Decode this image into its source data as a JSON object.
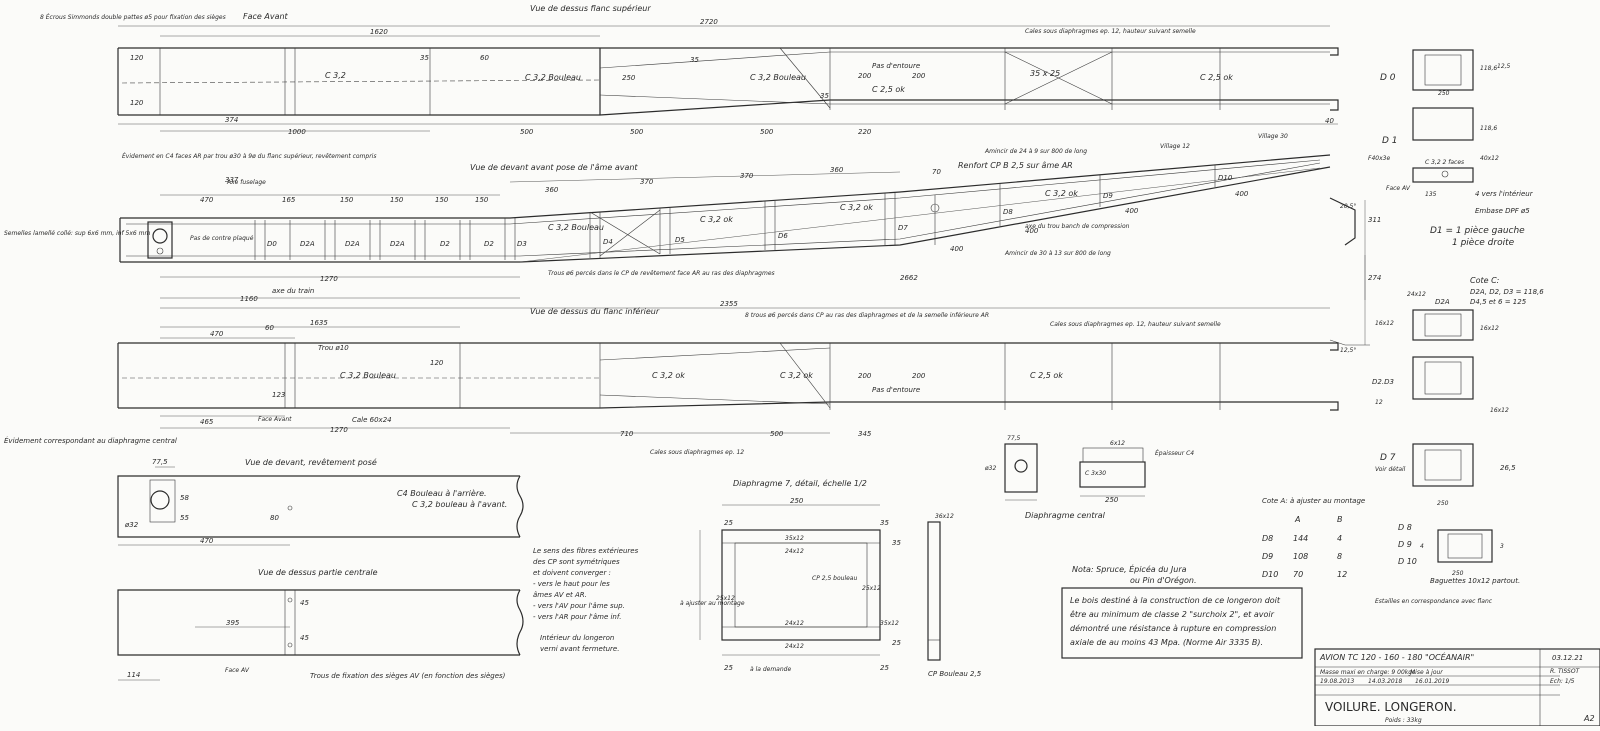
{
  "views": {
    "top_upper_flange": {
      "title": "Vue de dessus flanc supérieur",
      "face_label": "Face Avant",
      "vertical_dims": [
        "120",
        "120",
        "35",
        "35",
        "35"
      ],
      "note_top_left": "8 Écrous Simmonds double pattes ø5 pour fixation des sièges",
      "note_cales": "Cales sous diaphragmes ep. 12, hauteur suivant semelle",
      "pas_label": "Pas d'entoure",
      "dims": [
        "2720",
        "1620",
        "374",
        "1000",
        "500",
        "500",
        "500",
        "220",
        "40",
        "60",
        "250",
        "200",
        "200"
      ],
      "section_label": "35 x 25",
      "mat_labels": [
        "C 3,2",
        "C 3,2 Bouleau",
        "C 3,2 Bouleau",
        "C 2,5 ok",
        "C 2,5 ok"
      ]
    },
    "front_view": {
      "title": "Vue de devant avant pose de l'âme avant",
      "note_evidement": "Évidement en C4 faces AR par trou ø30 à 9ø du flanc supérieur, revêtement compris",
      "note_axe_fuselage": "Axe fuselage",
      "note_semelles": "Semelles lamellé collé: sup 6x6 mm, inf 5x6 mm",
      "note_trous": "Trous ø6 percés dans le CP de revêtement face AR au ras des diaphragmes",
      "note_amincir_1": "Amincir de 24 à 9 sur 800 de long",
      "note_amincir_2": "Amincir de 30 à 13 sur 800 de long",
      "note_renfort": "Renfort CP B 2,5 sur âme AR",
      "note_trou_compression": "axe du trou banch de compression",
      "note_village_1": "Village 12",
      "note_village_2": "Village 30",
      "note_plaque": "Pas de contre plaqué",
      "axe_train": "axe du train",
      "dims": [
        "337",
        "470",
        "165",
        "150",
        "150",
        "150",
        "150",
        "360",
        "370",
        "370",
        "360",
        "70",
        "1270",
        "1160",
        "400",
        "400",
        "400",
        "400",
        "2662",
        "2355",
        "311",
        "274"
      ],
      "diaphragms": [
        "D0",
        "D2A",
        "D2A",
        "D2A",
        "D2",
        "D2",
        "D3",
        "D4",
        "D5",
        "D6",
        "D7",
        "D8",
        "D9",
        "D10"
      ],
      "materials": [
        "C 3,2 ok",
        "C 3,2 ok",
        "C 3,2 ok",
        "C 3,2 Bouleau"
      ],
      "angles": [
        "20,5°",
        "12,5°"
      ]
    },
    "bottom_lower_flange": {
      "title": "Vue de dessus du flanc inférieur",
      "note_trous": "8 trous ø6 percés dans CP au ras des diaphragmes et de la semelle inférieure AR",
      "note_cales": "Cales sous diaphragmes ep. 12, hauteur suivant semelle",
      "note_cale": "Cale 60x24",
      "note_trou": "Trou ø10",
      "face_label": "Face Avant",
      "pas_label": "Pas d'entoure",
      "dims": [
        "1635",
        "470",
        "60",
        "465",
        "1270",
        "710",
        "500",
        "345",
        "200",
        "200",
        "123",
        "120"
      ],
      "mat_labels": [
        "C 3,2 Bouleau",
        "C 3,2 ok",
        "C 3,2 ok",
        "C 2,5 ok"
      ],
      "note_cales_bottom": "Cales sous diaphragmes ep. 12"
    },
    "front_revet": {
      "title": "Vue de devant, revêtement posé",
      "note_evidement": "Évidement correspondant au diaphragme central",
      "note_c4": "C4 Bouleau à l'arrière.",
      "note_c32": "C 3,2 bouleau à l'avant.",
      "dims": [
        "77,5",
        "470",
        "80",
        "58",
        "55",
        "ø32"
      ]
    },
    "top_center": {
      "title": "Vue de dessus partie centrale",
      "note_trous": "Trous de fixation des sièges AV (en fonction des sièges)",
      "face_label": "Face AV",
      "dims": [
        "395",
        "114",
        "45",
        "45"
      ]
    },
    "diaphragm7": {
      "title": "Diaphragme 7, détail, échelle 1/2",
      "dims": [
        "250",
        "25",
        "35",
        "25",
        "35x12",
        "24x12",
        "25x12",
        "24x12",
        "25x12",
        "35x12",
        "24x12",
        "25",
        "25",
        "35"
      ],
      "side_note": "à ajuster au montage",
      "note_demande": "à la demande",
      "ctr_note": "CP 2,5 bouleau",
      "cp_note": "CP Bouleau 2,5",
      "gauge": "36x12"
    },
    "central_diaphragm": {
      "title": "Diaphragme central",
      "dims": [
        "77,5",
        "ø32",
        "250",
        "6x12",
        "C 3x30"
      ],
      "note": "Épaisseur C4"
    },
    "fibres_note": [
      "Le sens des fibres extérieures",
      "des CP sont symétriques",
      "et doivent converger :",
      "- vers le haut pour les",
      "  âmes AV et AR.",
      "- vers l'AV pour l'âme sup.",
      "- vers l'AR pour l'âme inf."
    ],
    "interior_note": [
      "Intérieur du longeron",
      "verni avant fermeture."
    ],
    "nota": [
      "Nota: Spruce, Épicéa du Jura",
      "ou Pin d'Orégon."
    ],
    "bois_note": [
      "Le bois destiné à la construction de ce longeron doit",
      "être au minimum de classe 2 \"surchoix 2\", et avoir",
      "démontré une résistance à rupture en compression",
      "axiale de au moins 43 Mpa. (Norme Air 3335 B)."
    ],
    "right_details": {
      "d0": "D 0",
      "d1": "D 1",
      "d1_note_1": "D1 = 1 pièce gauche",
      "d1_note_2": "1 pièce droite",
      "d1_labels": [
        "F40x3e",
        "40x12",
        "Face AV",
        "135",
        "4 vers l'intérieur",
        "Embase DPF ø5",
        "C 3,2 2 faces"
      ],
      "cote_c": "Cote C:",
      "cote_c_line1": "D2A, D2, D3 = 118,6",
      "cote_c_line2": "D4,5 et 6 = 125",
      "d2a": "D2A",
      "d2d3": "D2.D3",
      "d7": "D 7",
      "d7_note": "Voir détail",
      "d8": "D 8",
      "d9": "D 9",
      "d10": "D 10",
      "baguettes": "Baguettes 10x12 partout.",
      "estailles": "Estailles en correspondance avec flanc",
      "dims": [
        "250",
        "250",
        "250",
        "24x12",
        "16x12",
        "16x12",
        "16x12",
        "12,5",
        "12",
        "26,5",
        "118,6",
        "118,6",
        "4",
        "3"
      ]
    },
    "cote_table": {
      "title": "Cote A: à ajuster au montage",
      "headers": [
        "",
        "A",
        "B"
      ],
      "rows": [
        [
          "D8",
          "144",
          "4"
        ],
        [
          "D9",
          "108",
          "8"
        ],
        [
          "D10",
          "70",
          "12"
        ]
      ]
    },
    "title_block": {
      "aircraft": "AVION TC 120 - 160 - 180 \"OCÉANAIR\"",
      "mass": "Masse maxi en charge: 9 00kgs",
      "date_label": "Mise à jour",
      "revisions": [
        "19.08.2013",
        "14.03.2018",
        "16.01.2019"
      ],
      "date": "03.12.21",
      "author": "R. TISSOT",
      "scale": "Ech: 1/5",
      "drawing_title": "VOILURE. LONGERON.",
      "poids": "Poids : 33kg",
      "sheet": "A2"
    }
  }
}
